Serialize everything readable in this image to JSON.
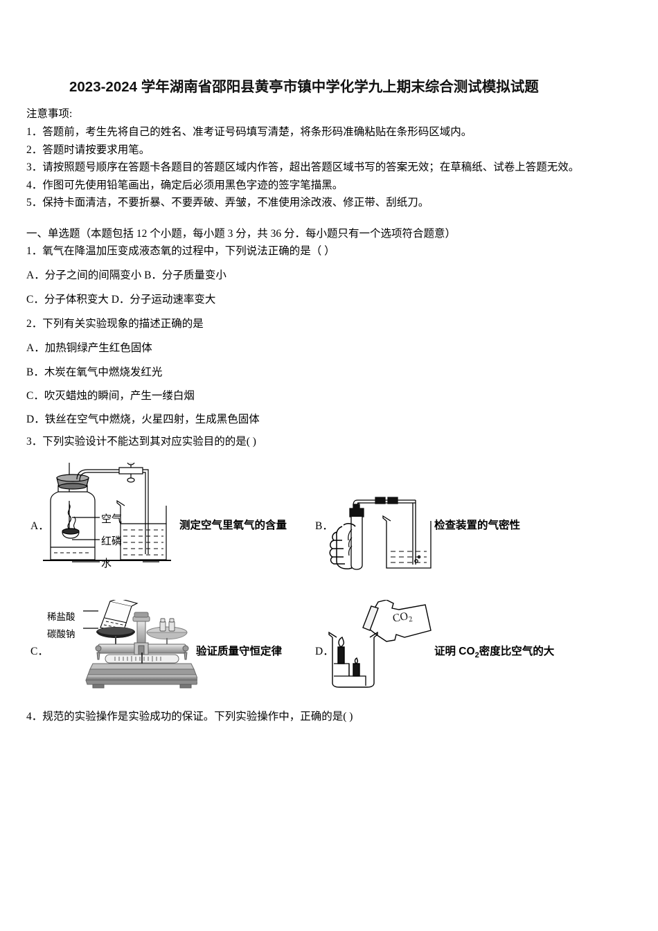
{
  "document": {
    "title": "2023-2024 学年湖南省邵阳县黄亭市镇中学化学九上期末综合测试模拟试题",
    "notice_heading": "注意事项:",
    "notice_items": [
      "1．答题前，考生先将自己的姓名、准考证号码填写清楚，将条形码准确粘贴在条形码区域内。",
      "2．答题时请按要求用笔。",
      "3．请按照题号顺序在答题卡各题目的答题区域内作答，超出答题区域书写的答案无效；在草稿纸、试卷上答题无效。",
      "4．作图可先使用铅笔画出，确定后必须用黑色字迹的签字笔描黑。",
      "5．保持卡面清洁，不要折暴、不要弄破、弄皱，不准使用涂改液、修正带、刮纸刀。"
    ]
  },
  "section": {
    "heading": "一、单选题（本题包括 12 个小题，每小题 3 分，共 36 分．每小题只有一个选项符合题意）"
  },
  "questions": [
    {
      "stem": "1．氧气在降温加压变成液态氧的过程中，下列说法正确的是（      ）",
      "options": [
        "A．分子之间的间隔变小   B．分子质量变小",
        "C．分子体积变大   D．分子运动速率变大"
      ]
    },
    {
      "stem": "2．下列有关实验现象的描述正确的是",
      "options": [
        "A．加热铜绿产生红色固体",
        "B．木炭在氧气中燃烧发红光",
        "C．吹灭蜡烛的瞬间，产生一缕白烟",
        "D．铁丝在空气中燃烧，火星四射，生成黑色固体"
      ]
    },
    {
      "stem": "3．下列实验设计不能达到其对应实验目的的是(  )",
      "options": []
    },
    {
      "stem": "4．规范的实验操作是实验成功的保证。下列实验操作中，正确的是(  )",
      "options": []
    }
  ],
  "figures": {
    "a": {
      "letter": "A．",
      "caption": "测定空气里氧气的含量",
      "labels": {
        "air": "空气",
        "red_phosphorus": "红磷",
        "water": "水"
      }
    },
    "b": {
      "letter": "B．",
      "caption": "检查装置的气密性"
    },
    "c": {
      "letter": "C．",
      "caption": "验证质量守恒定律",
      "labels": {
        "dilute_acid": "稀盐酸",
        "sodium_carbonate": "碳酸钠"
      }
    },
    "d": {
      "letter": "D．",
      "caption_pre": "证明 CO",
      "caption_sub": "2",
      "caption_post": "密度比空气的大",
      "bottle_label_pre": "CO",
      "bottle_label_sub": "2"
    }
  },
  "colors": {
    "text": "#000000",
    "title": "#111111",
    "stroke": "#000000",
    "gray_fill": "#c9c9c9"
  }
}
